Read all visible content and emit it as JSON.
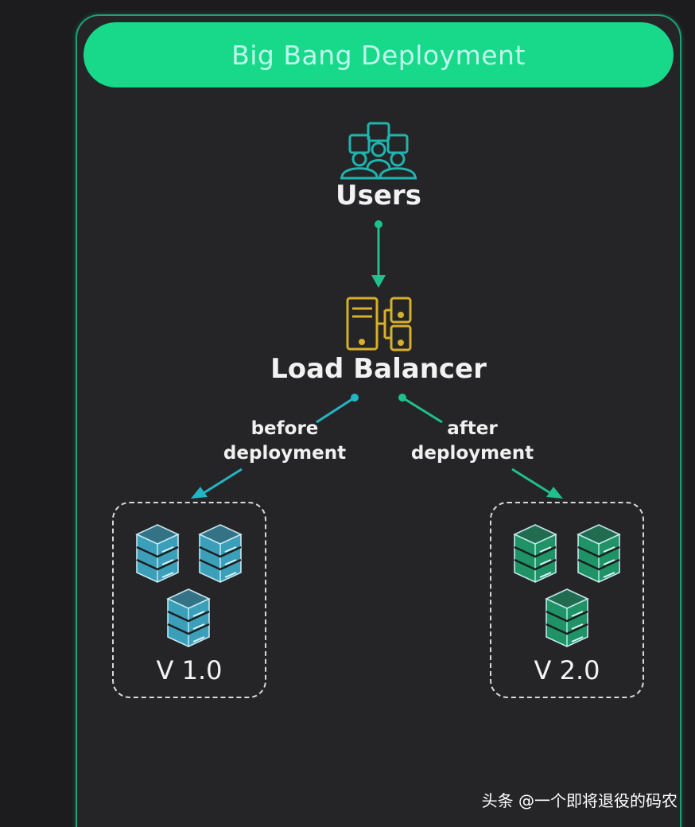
{
  "diagram": {
    "title": "Big Bang Deployment",
    "users": {
      "label": "Users",
      "icon": "users-group-icon"
    },
    "load_balancer": {
      "label": "Load Balancer",
      "icon": "load-balancer-icon"
    },
    "before_branch": {
      "line1": "before",
      "line2": "deployment"
    },
    "after_branch": {
      "line1": "after",
      "line2": "deployment"
    },
    "group_v1": {
      "label": "V 1.0",
      "icon": "server-stack-icon"
    },
    "group_v2": {
      "label": "V 2.0",
      "icon": "server-stack-icon"
    }
  },
  "watermark": "头条 @一个即将退役的码农",
  "colors": {
    "title_bar": "#18d88a",
    "panel_border": "#1f9e78",
    "users_icon": "#1fb4ad",
    "load_balancer_icon": "#d6b02a",
    "v1_servers": "#3fb5d3",
    "v2_servers": "#1fa772",
    "arrow_green": "#1fc08a",
    "arrow_cyan": "#22b5c4"
  }
}
